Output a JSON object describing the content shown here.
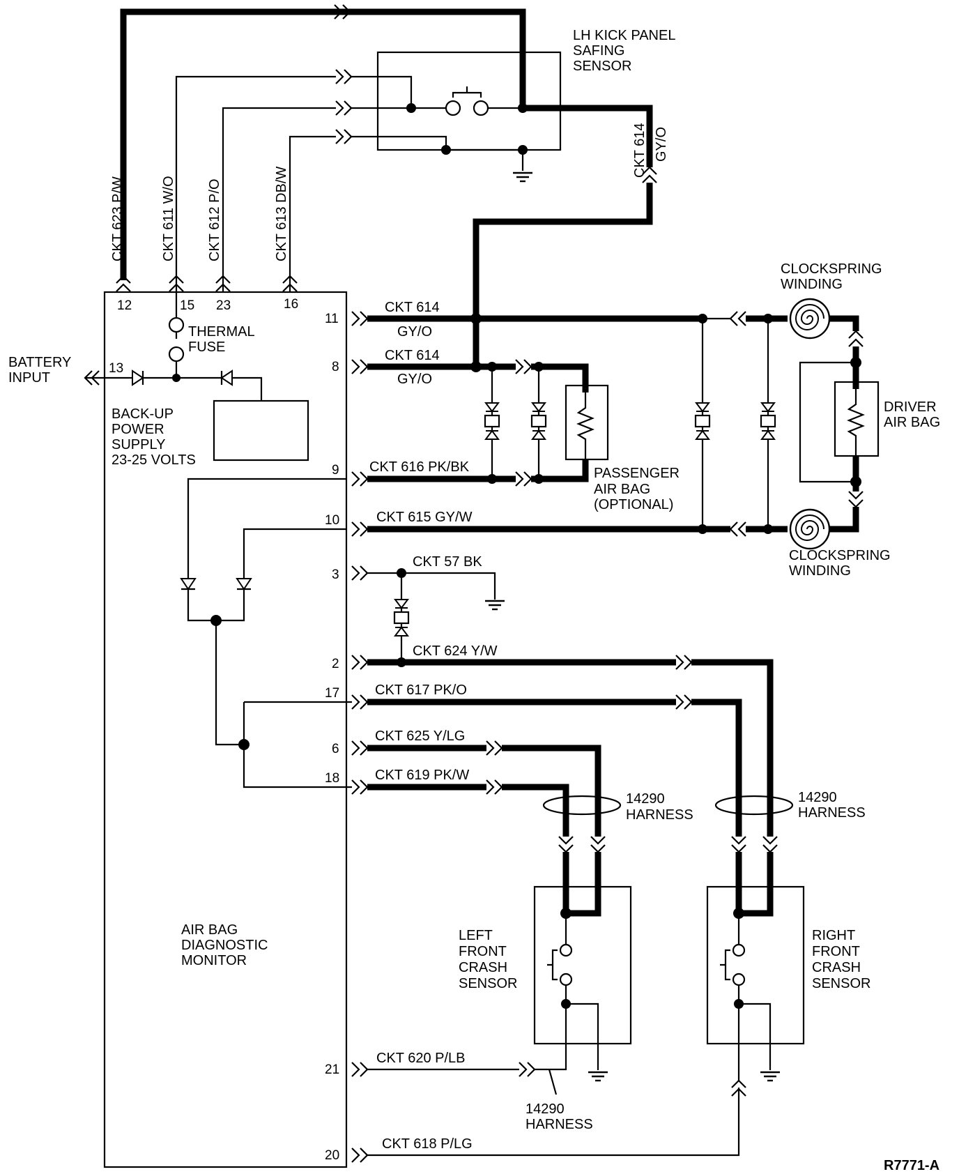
{
  "figure_id": "R7771-A",
  "modules": {
    "monitor": [
      "AIR BAG",
      "DIAGNOSTIC",
      "MONITOR"
    ],
    "backup_supply": [
      "BACK-UP",
      "POWER",
      "SUPPLY",
      "23-25 VOLTS"
    ],
    "thermal_fuse": [
      "THERMAL",
      "FUSE"
    ],
    "battery_input": [
      "BATTERY",
      "INPUT"
    ],
    "safing_sensor": [
      "LH KICK PANEL",
      "SAFING",
      "SENSOR"
    ],
    "clockspring_top": [
      "CLOCKSPRING",
      "WINDING"
    ],
    "clockspring_bottom": [
      "CLOCKSPRING",
      "WINDING"
    ],
    "driver_air_bag": [
      "DRIVER",
      "AIR BAG"
    ],
    "passenger_air_bag": [
      "PASSENGER",
      "AIR  BAG",
      "(OPTIONAL)"
    ],
    "left_crash_sensor": [
      "LEFT",
      "FRONT",
      "CRASH",
      "SENSOR"
    ],
    "right_crash_sensor": [
      "RIGHT",
      "FRONT",
      "CRASH",
      "SENSOR"
    ],
    "harness_left": [
      "14290",
      "HARNESS"
    ],
    "harness_right": [
      "14290",
      "HARNESS"
    ],
    "harness_bottom": [
      "14290",
      "HARNESS"
    ]
  },
  "top_pins": [
    {
      "pin": "12",
      "circuit": "CKT 623 P/W"
    },
    {
      "pin": "15",
      "circuit": "CKT 611 W/O"
    },
    {
      "pin": "23",
      "circuit": "CKT 612 P/O"
    },
    {
      "pin": "16",
      "circuit": "CKT 613 DB/W"
    }
  ],
  "battery_pin": "13",
  "right_pins": [
    {
      "pin": "11",
      "circuit": "CKT 614",
      "color": "GY/O"
    },
    {
      "pin": "8",
      "circuit": "CKT 614",
      "color": "GY/O"
    },
    {
      "pin": "9",
      "circuit": "CKT 616 PK/BK"
    },
    {
      "pin": "10",
      "circuit": "CKT 615 GY/W"
    },
    {
      "pin": "3",
      "circuit": "CKT 57 BK"
    },
    {
      "pin": "2",
      "circuit": "CKT 624 Y/W"
    },
    {
      "pin": "17",
      "circuit": "CKT 617 PK/O"
    },
    {
      "pin": "6",
      "circuit": "CKT 625 Y/LG"
    },
    {
      "pin": "18",
      "circuit": "CKT 619 PK/W"
    },
    {
      "pin": "21",
      "circuit": "CKT 620 P/LB"
    },
    {
      "pin": "20",
      "circuit": "CKT 618 P/LG"
    }
  ],
  "safing_output": {
    "circuit": "CKT 614",
    "color": "GY/O"
  }
}
